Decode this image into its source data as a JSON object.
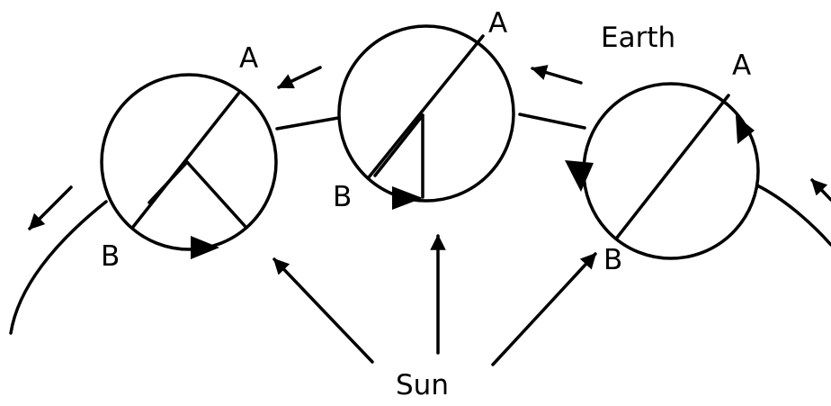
{
  "labels": {
    "earth": "Earth",
    "sun": "Sun",
    "a": "A",
    "b": "B"
  },
  "colors": {
    "ink": "#000000",
    "paper": "#ffffff"
  }
}
